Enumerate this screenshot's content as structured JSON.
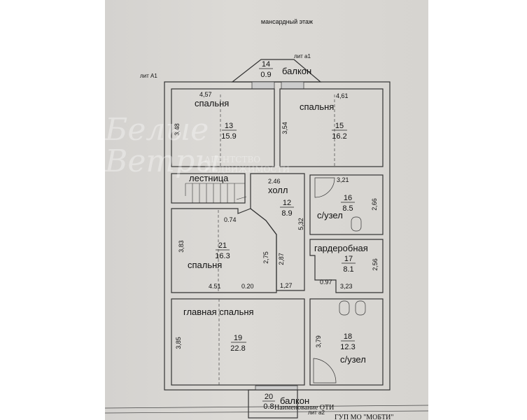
{
  "title": "мансардный этаж",
  "labels": {
    "lit_A1": "лит А1",
    "lit_a1": "лит а1",
    "lit_a2": "лит а2",
    "oti": "Наименование ОТИ",
    "footer": "ГУП МО \"МОБТИ\""
  },
  "rooms": [
    {
      "id": "14",
      "area": "0.9",
      "name": "балкон"
    },
    {
      "id": "13",
      "area": "15.9",
      "name": "спальня"
    },
    {
      "id": "15",
      "area": "16.2",
      "name": "спальня"
    },
    {
      "id": "12",
      "area": "8.9",
      "name": "холл"
    },
    {
      "id": "16",
      "area": "8.5",
      "name": "с/узел"
    },
    {
      "id": "21",
      "area": "16.3",
      "name": "спальня"
    },
    {
      "id": "17",
      "area": "8.1",
      "name": "гардеробная"
    },
    {
      "id": "19",
      "area": "22.8",
      "name": "главная спальня"
    },
    {
      "id": "18",
      "area": "12.3",
      "name": "с/узел"
    },
    {
      "id": "20",
      "area": "0.8",
      "name": "балкон"
    }
  ],
  "stairs": "лестница",
  "dims": {
    "d457": "4,57",
    "d461": "4,61",
    "d348": "3,48",
    "d354": "3,54",
    "d246": "2.46",
    "d321": "3,21",
    "d266": "2,66",
    "d532": "5,32",
    "d074": "0.74",
    "d383": "3,83",
    "d275": "2,75",
    "d287": "2,87",
    "d451": "4.51",
    "d020": "0.20",
    "d127": "1,27",
    "d097": "0.97",
    "d323": "3,23",
    "d256": "2,56",
    "d385": "3,85",
    "d379": "3,79"
  },
  "watermark": {
    "line1": "Белые",
    "line2": "Ветры",
    "line3": "АГЕНТСТВО",
    "line4": "НЕДВИЖИМОСТИ"
  }
}
